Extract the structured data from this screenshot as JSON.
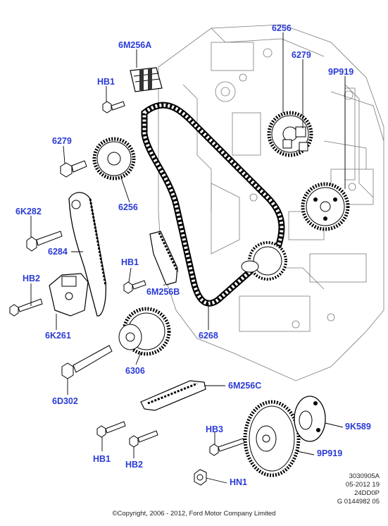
{
  "labels": {
    "guide_6m256a": "6M256A",
    "bolt_hb1_top": "HB1",
    "sprocket_6256_top": "6256",
    "bolt_6279_top": "6279",
    "gear_9p919_top": "9P919",
    "bolt_6279_left": "6279",
    "sprocket_6256_left": "6256",
    "bolt_6k282": "6K282",
    "guide_6284": "6284",
    "bolt_hb1_mid": "HB1",
    "bolt_hb2_left": "HB2",
    "guide_6m256b": "6M256B",
    "tensioner_6k261": "6K261",
    "chain_6268": "6268",
    "gear_6306": "6306",
    "bolt_6d302": "6D302",
    "guide_6m256c": "6M256C",
    "ring_9k589": "9K589",
    "bolt_hb3": "HB3",
    "gear_9p919_bottom": "9P919",
    "bolt_hb1_bottom": "HB1",
    "bolt_hb2_bottom": "HB2",
    "nut_hn1": "HN1"
  },
  "reference": {
    "line1": "3030905A",
    "line2": "05-2012 19",
    "line3": "24DD0P",
    "line4": "G 0144982 05"
  },
  "copyright": "©Copyright, 2006 - 2012, Ford Motor Company Limited",
  "colors": {
    "label": "#2a3bd6",
    "line": "#000000",
    "text": "#222222"
  }
}
